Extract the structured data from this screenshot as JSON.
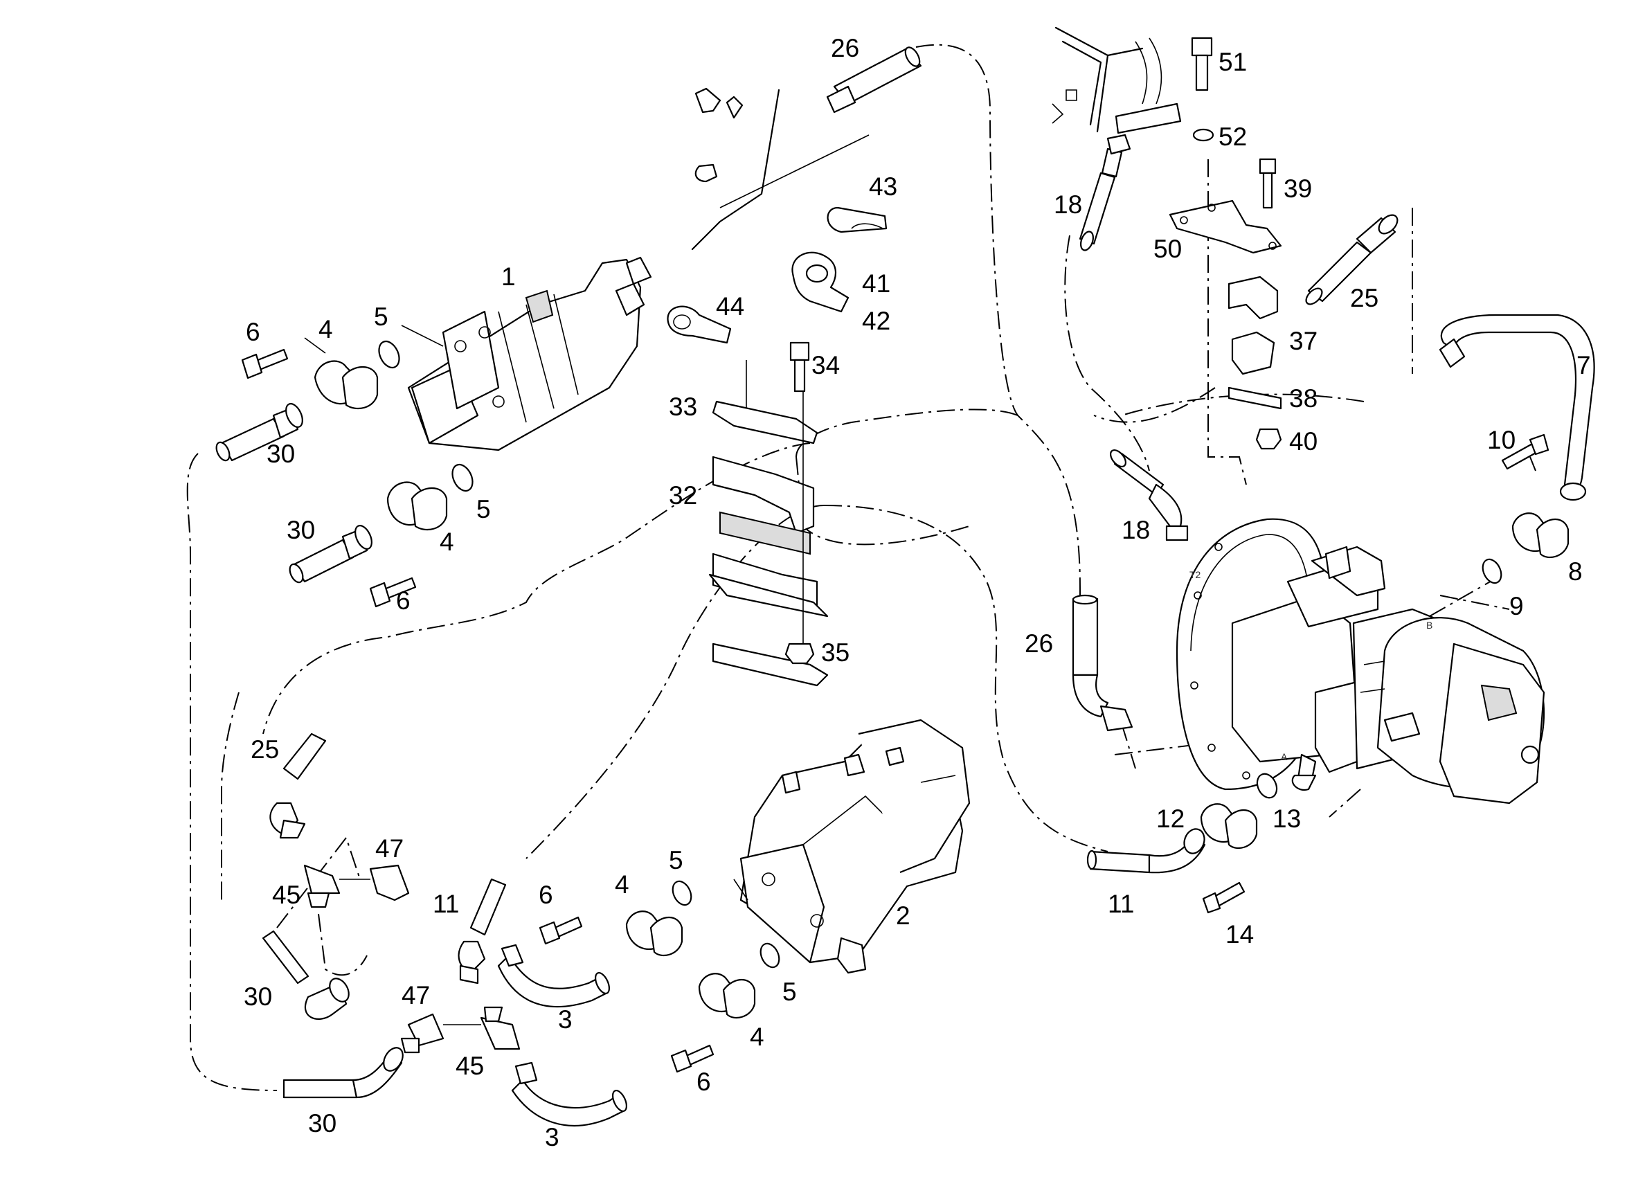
{
  "diagram": {
    "callouts": [
      {
        "id": "c1",
        "text": "1"
      },
      {
        "id": "c2",
        "text": "2"
      },
      {
        "id": "c3a",
        "text": "3"
      },
      {
        "id": "c3b",
        "text": "3"
      },
      {
        "id": "c4a",
        "text": "4"
      },
      {
        "id": "c4b",
        "text": "4"
      },
      {
        "id": "c4c",
        "text": "4"
      },
      {
        "id": "c4d",
        "text": "4"
      },
      {
        "id": "c5a",
        "text": "5"
      },
      {
        "id": "c5b",
        "text": "5"
      },
      {
        "id": "c5c",
        "text": "5"
      },
      {
        "id": "c5d",
        "text": "5"
      },
      {
        "id": "c6a",
        "text": "6"
      },
      {
        "id": "c6b",
        "text": "6"
      },
      {
        "id": "c6c",
        "text": "6"
      },
      {
        "id": "c6d",
        "text": "6"
      },
      {
        "id": "c7",
        "text": "7"
      },
      {
        "id": "c8",
        "text": "8"
      },
      {
        "id": "c9",
        "text": "9"
      },
      {
        "id": "c10",
        "text": "10"
      },
      {
        "id": "c11a",
        "text": "11"
      },
      {
        "id": "c11b",
        "text": "11"
      },
      {
        "id": "c12",
        "text": "12"
      },
      {
        "id": "c13",
        "text": "13"
      },
      {
        "id": "c14",
        "text": "14"
      },
      {
        "id": "c18a",
        "text": "18"
      },
      {
        "id": "c18b",
        "text": "18"
      },
      {
        "id": "c25a",
        "text": "25"
      },
      {
        "id": "c25b",
        "text": "25"
      },
      {
        "id": "c26a",
        "text": "26"
      },
      {
        "id": "c26b",
        "text": "26"
      },
      {
        "id": "c30a",
        "text": "30"
      },
      {
        "id": "c30b",
        "text": "30"
      },
      {
        "id": "c30c",
        "text": "30"
      },
      {
        "id": "c30d",
        "text": "30"
      },
      {
        "id": "c32",
        "text": "32"
      },
      {
        "id": "c33",
        "text": "33"
      },
      {
        "id": "c34",
        "text": "34"
      },
      {
        "id": "c35",
        "text": "35"
      },
      {
        "id": "c37",
        "text": "37"
      },
      {
        "id": "c38",
        "text": "38"
      },
      {
        "id": "c39",
        "text": "39"
      },
      {
        "id": "c40",
        "text": "40"
      },
      {
        "id": "c41",
        "text": "41"
      },
      {
        "id": "c42",
        "text": "42"
      },
      {
        "id": "c43",
        "text": "43"
      },
      {
        "id": "c44",
        "text": "44"
      },
      {
        "id": "c45a",
        "text": "45"
      },
      {
        "id": "c45b",
        "text": "45"
      },
      {
        "id": "c47a",
        "text": "47"
      },
      {
        "id": "c47b",
        "text": "47"
      },
      {
        "id": "c50",
        "text": "50"
      },
      {
        "id": "c51",
        "text": "51"
      },
      {
        "id": "c52",
        "text": "52"
      }
    ],
    "port_marks": [
      {
        "id": "t2",
        "text": "T2"
      },
      {
        "id": "a",
        "text": "A"
      },
      {
        "id": "b",
        "text": "B"
      }
    ]
  }
}
